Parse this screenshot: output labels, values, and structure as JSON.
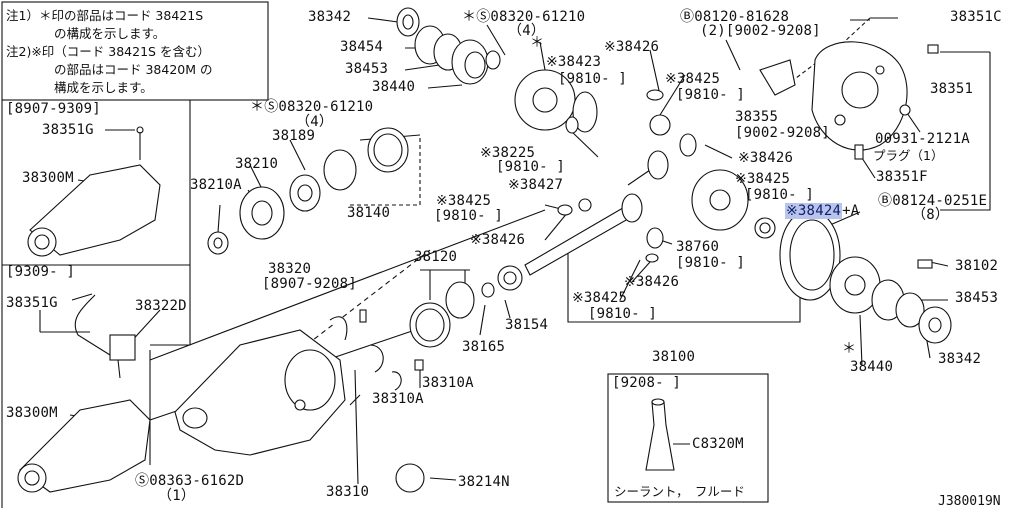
{
  "notes": {
    "n1_line1": "注1）＊印の部品はコード 38421S",
    "n1_line2": "の構成を示します。",
    "n2_line1": "注2)※印（コード 38421S を含む）",
    "n2_line2": "の部品はコード 38420M の",
    "n2_line3": "構成を示します。"
  },
  "labels": {
    "l38342_top": "38342",
    "l38454": "38454",
    "l38453_top": "38453",
    "l38440_top": "38440",
    "bolt_08320_top": "＊Ⓢ08320-61210",
    "bolt_08320_top_qty": "（4）",
    "star_38423": "＊",
    "l38423": "※38423",
    "l38423_date": "[9810-    ]",
    "bolt_08120": "Ⓑ08120-81628",
    "bolt_08120_qty": "(2)[9002-9208]",
    "l38426_a": "※38426",
    "l38425_a": "※38425",
    "l38425_a_date": "[9810-    ]",
    "l38351C": "38351C",
    "l38351": "38351",
    "l38355": "38355",
    "l38355_date": "[9002-9208]",
    "l00931": "00931-2121A",
    "l00931_sub": "プラグ（1）",
    "l38351F": "38351F",
    "bolt_08124": "Ⓑ08124-0251E",
    "bolt_08124_qty": "（8）",
    "l38424": "※38424",
    "l38424_suffix": "+A",
    "l38425_right": "※38425",
    "l38425_right_date": "[9810-    ]",
    "l38426_right": "※38426",
    "range_8907": "[8907-9309]",
    "l38351G_a": "38351G",
    "l38300M_a": "38300M",
    "bolt_08320_mid": "＊Ⓢ08320-61210",
    "bolt_08320_mid_qty": "（4）",
    "l38189": "38189",
    "l38210": "38210",
    "l38210A": "38210A",
    "l38140": "38140",
    "l38225": "※38225",
    "l38225_date": "[9810-    ]",
    "l38427": "※38427",
    "l38425_b": "※38425",
    "l38425_b_date": "[9810-    ]",
    "l38426_b": "※38426",
    "l38760": "38760",
    "l38760_date": "[9810-    ]",
    "l38426_c": "※38426",
    "l38425_c": "※38425",
    "l38425_c_date": "[9810-    ]",
    "l38102": "38102",
    "l38453_right": "38453",
    "l38440_right": "38440",
    "star_38440": "＊",
    "l38342_right": "38342",
    "l38100": "38100",
    "l38120": "38120",
    "l38154": "38154",
    "l38165": "38165",
    "l38320": "38320",
    "l38320_date": "[8907-9208]",
    "range_9309": "[9309-        ]",
    "l38351G_b": "38351G",
    "l38322D": "38322D",
    "l38300M_b": "38300M",
    "l38310A_a": "38310A",
    "l38310A_b": "38310A",
    "l38310": "38310",
    "l38214N": "38214N",
    "bolt_08363": "Ⓢ08363-6162D",
    "bolt_08363_qty": "（1）",
    "inset_date": "[9208-        ]",
    "inset_part": "C8320M",
    "inset_caption": "シーラント，　フルード",
    "diagram_ref": "J380019N"
  },
  "highlight_color": "#b8c4ec"
}
